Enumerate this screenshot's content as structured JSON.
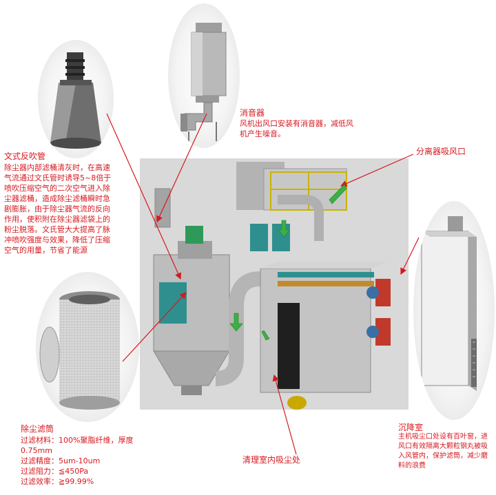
{
  "labels": {
    "venturi_title": "文式反吹管",
    "venturi_text": "除尘器内部滤桶清灰时，在高速\n气流通过文氏管时诱导5~8倍于\n喷吹压缩空气的二次空气进入除\n尘器滤桶，造成除尘滤桶瞬时急\n剧膨胀，由于除尘器气流的反向\n作用，使积附在除尘器滤袋上的\n粉尘脱落。文氏管大大提高了脉\n冲喷吹强度与效果，降低了压缩\n空气的用量，节省了能源",
    "silencer_title": "消音器",
    "silencer_text": "风机出风口安装有消音器，减低风\n机产生噪音。",
    "separator_title": "分离器吸风口",
    "filter_title": "除尘滤筒",
    "filter_specs": [
      "过滤材料：100%聚脂纤维，厚度",
      "0.75mm",
      "过滤精度：5um-10um",
      "过滤阻力：≦450Pa",
      "过滤效率：≧99.99%"
    ],
    "settling_title": "沉降室",
    "settling_text": "主机吸尘口处设有百叶窗，进\n风口有效隔离大颗粒钢丸被吸\n入风管内，保护滤筒，减少磨\n料的浪费",
    "cleaning_title": "清理室内吸尘处"
  },
  "colors": {
    "label_red": "#d6181f",
    "machine_gray": "#bdbdbd",
    "motor_green": "#2e9a5a",
    "panel_teal": "#2f8f8f",
    "flow_arrow": "#3cb043",
    "motor_blue": "#3a6ea5",
    "door_dark": "#1f1f1f"
  },
  "icons": [
    "venturi-tube-icon",
    "silencer-icon",
    "filter-cartridge-icon",
    "settling-chamber-icon",
    "flow-arrow-icon"
  ]
}
